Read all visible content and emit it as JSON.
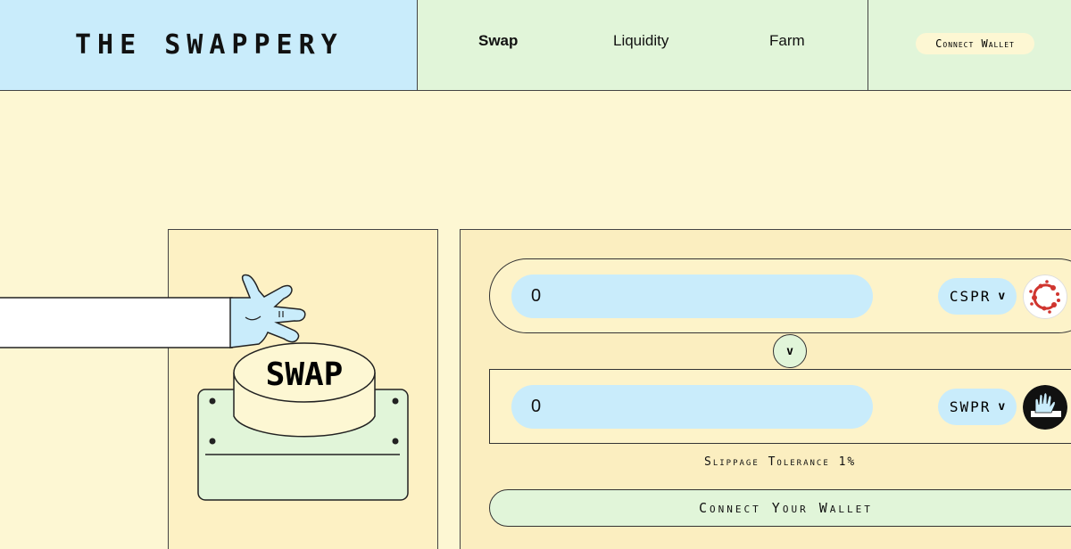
{
  "header": {
    "brand": "THE SWAPPERY",
    "nav": [
      {
        "label": "Swap",
        "active": true
      },
      {
        "label": "Liquidity",
        "active": false
      },
      {
        "label": "Farm",
        "active": false
      }
    ],
    "connect_wallet_label": "Connect Wallet"
  },
  "illustration": {
    "button_label": "SWAP",
    "icons": [
      "hand-illustration",
      "swap-button-illustration"
    ]
  },
  "swap": {
    "from": {
      "amount": "0",
      "token": "CSPR",
      "chevron": "v",
      "logo": "casper-logo-icon"
    },
    "to": {
      "amount": "0",
      "token": "SWPR",
      "chevron": "v",
      "logo": "swappery-logo-icon"
    },
    "switch_label": "v",
    "slippage_label": "Slippage Tolerance 1%",
    "connect_button_label": "Connect Your Wallet"
  },
  "colors": {
    "background": "#fdf7d3",
    "blue": "#c9ecfb",
    "green": "#e1f5d9",
    "panel": "#fbeec0"
  }
}
